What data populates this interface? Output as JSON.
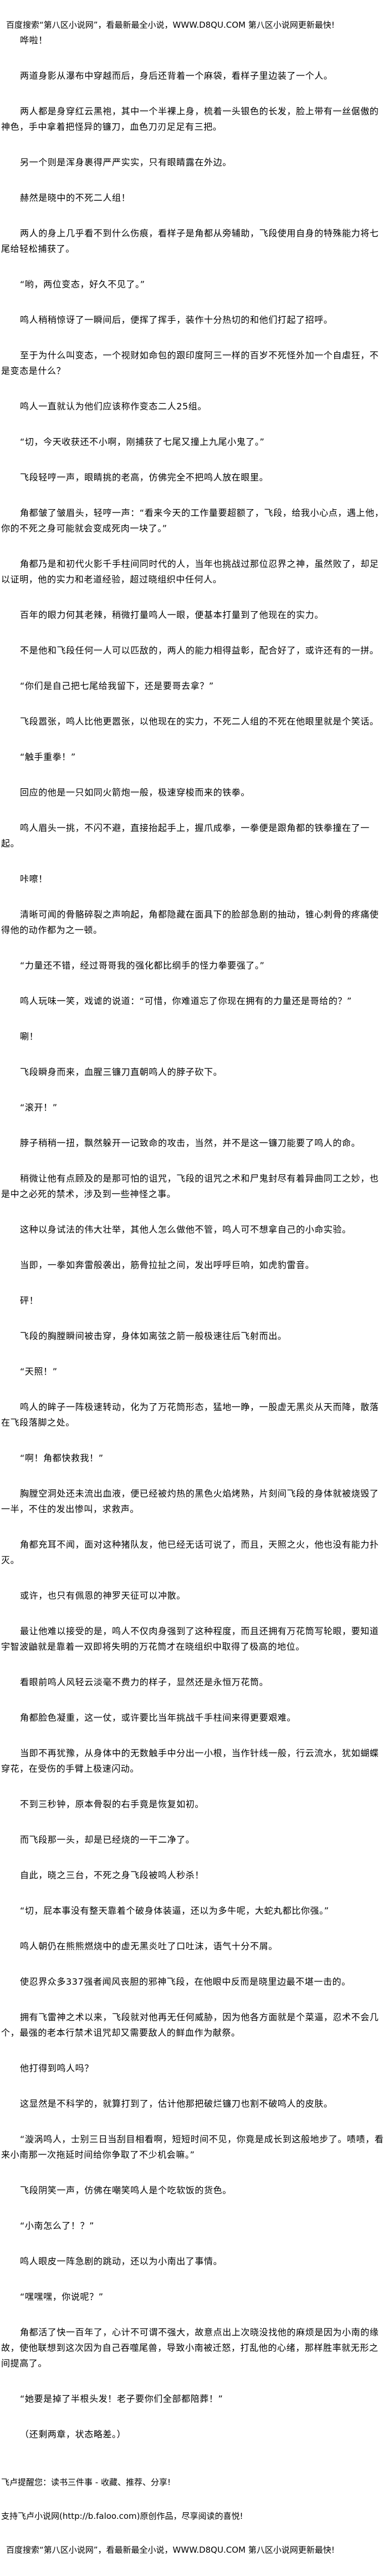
{
  "header_banner": "百度搜索“第八区小说网”，看最新最全小说，WWW.D8QU.COM   第八区小说网更新最快!",
  "paragraphs": [
    "哗啦！",
    "两道身影从瀑布中穿越而后，身后还背着一个麻袋，看样子里边装了一个人。",
    "两人都是身穿红云黑袍，其中一个半裸上身，梳着一头银色的长发，脸上带有一丝倨傲的神色，手中拿着把怪异的镰刀，血色刀刃足足有三把。",
    "另一个则是浑身裹得严严实实，只有眼睛露在外边。",
    "赫然是晓中的不死二人组！",
    "两人的身上几乎看不到什么伤痕，看样子是角都从旁辅助，飞段使用自身的特殊能力将七尾给轻松捕获了。",
    "“哟，两位变态，好久不见了。”",
    "鸣人稍稍惊讶了一瞬间后，便挥了挥手，装作十分热切的和他们打起了招呼。",
    "至于为什么叫变态，一个视财如命包的跟印度阿三一样的百岁不死怪外加一个自虐狂，不是变态是什么？",
    "鸣人一直就认为他们应该称作变态二人25组。",
    "“切，今天收获还不小啊，刚捕获了七尾又撞上九尾小鬼了。”",
    "飞段轻哼一声，眼睛挑的老高，仿佛完全不把鸣人放在眼里。",
    "角都皱了皱眉头，轻哼一声：“看来今天的工作量要超额了，飞段，给我小心点，遇上他，你的不死之身可能就会变成死肉一块了。”",
    "角都乃是和初代火影千手柱间同时代的人，当年也挑战过那位忍界之神，虽然败了，却足以证明，他的实力和老道经验，超过晓组织中任何人。",
    "百年的眼力何其老辣，稍微打量鸣人一眼，便基本打量到了他现在的实力。",
    "不是他和飞段任何一人可以匹敌的，两人的能力相得益彰，配合好了，或许还有的一拼。",
    "“你们是自己把七尾给我留下，还是要哥去拿？”",
    "飞段嚣张，鸣人比他更嚣张，以他现在的实力，不死二人组的不死在他眼里就是个笑话。",
    "“触手重拳！”",
    "回应的他是一只如同火箭炮一般，极速穿梭而来的铁拳。",
    "鸣人眉头一挑，不闪不避，直接抬起手上，握爪成拳，一拳便是跟角都的铁拳撞在了一起。",
    "咔嚓！",
    "清晰可闻的骨骼碎裂之声响起，角都隐藏在面具下的脸部急剧的抽动，锥心刺骨的疼痛使得他的动作都为之一顿。",
    "“力量还不错，经过哥哥我的强化都比纲手的怪力拳要强了。”",
    "鸣人玩味一笑，戏谑的说道：“可惜，你难道忘了你现在拥有的力量还是哥给的？”",
    "唰！",
    "飞段瞬身而来，血腥三镰刀直朝鸣人的脖子砍下。",
    "“滚开！”",
    "脖子稍稍一扭，飘然躲开一记致命的攻击，当然，并不是这一镰刀能要了鸣人的命。",
    "稍微让他有点顾及的是那可怕的诅咒，飞段的诅咒之术和尸鬼封尽有着异曲同工之妙，也是中之必死的禁术，涉及到一些神怪之事。",
    "这种以身试法的伟大壮举，其他人怎么做他不管，鸣人可不想拿自己的小命实验。",
    "当即，一拳如奔雷般袭出，筋骨拉扯之间，发出呼呼巨响，如虎豹雷音。",
    "砰！",
    "飞段的胸膛瞬间被击穿，身体如离弦之箭一般极速往后飞射而出。",
    "“天照！”",
    "鸣人的眸子一阵极速转动，化为了万花筒形态，猛地一睁，一股虚无黑炎从天而降，散落在飞段落脚之处。",
    "“啊！角都快救我！”",
    "胸膛空洞处还未流出血液，便已经被灼热的黑色火焰烤熟，片刻间飞段的身体就被烧毁了一半，不住的发出惨叫，求救声。",
    "角都充耳不闻，面对这种猪队友，他已经无话可说了，而且，天照之火，他也没有能力扑灭。",
    "或许，也只有佩恩的神罗天征可以冲散。",
    "最让他难以接受的是，鸣人不仅肉身强到了这种程度，而且还拥有万花筒写轮眼，要知道宇智波鼬就是靠着一双即将失明的万花筒才在晓组织中取得了极高的地位。",
    "看眼前鸣人风轻云淡毫不费力的样子，显然还是永恒万花筒。",
    "角都脸色凝重，这一仗，或许要比当年挑战千手柱间来得更要艰难。",
    "当即不再犹豫，从身体中的无数触手中分出一小根，当作针线一般，行云流水，犹如蝴蝶穿花，在受伤的手臂上极速闪动。",
    "不到三秒钟，原本骨裂的右手竟是恢复如初。",
    "而飞段那一头，却是已经烧的一干二净了。",
    "自此，晓之三台，不死之身飞段被鸣人秒杀！",
    "“切，屁本事没有整天靠着个破身体装逼，还以为多牛呢，大蛇丸都比你强。”",
    "鸣人朝仍在熊熊燃烧中的虚无黑炎吐了口吐沫，语气十分不屑。",
    "使忍界众多337强者闻风丧胆的邪神飞段，在他眼中反而是晓里边最不堪一击的。",
    "拥有飞雷神之术以来，飞段就对他再无任何威胁，因为他各方面就是个菜逼，忍术不会几个，最强的老本行禁术诅咒却又需要敌人的鲜血作为献祭。",
    "他打得到鸣人吗？",
    "这显然是不科学的，就算打到了，估计他那把破烂镰刀也割不破鸣人的皮肤。",
    "“漩涡鸣人，士别三日当刮目相看啊，短短时间不见，你竟是成长到这般地步了。啧啧，看来小南那一次拖延时间给你争取了不少机会嘛。”",
    "飞段阴笑一声，仿佛在嘲笑鸣人是个吃软饭的货色。",
    "“小南怎么了！？”",
    "鸣人眼皮一阵急剧的跳动，还以为小南出了事情。",
    "“嘿嘿嘿，你说呢？”",
    "角都活了快一百年了，心计不可谓不强大，故意点出上次晓没找他的麻烦是因为小南的缘故，使他联想到这次因为自己吞噬尾兽，导致小南被迁怒，打乱他的心绪，那样胜率就无形之间提高了。",
    "“她要是掉了半根头发！老子要你们全部都陪葬！”",
    "（还剩两章，状态略差。）"
  ],
  "footer": {
    "reminder": "飞卢提醒您：读书三件事 - 收藏、推荐、分享!",
    "support": "支持飞卢小说网(http://b.faloo.com)原创作品，尽享阅读的喜悦!",
    "banner": "百度搜索“第八区小说网”，看最新最全小说，WWW.D8QU.COM   第八区小说网更新最快!"
  }
}
